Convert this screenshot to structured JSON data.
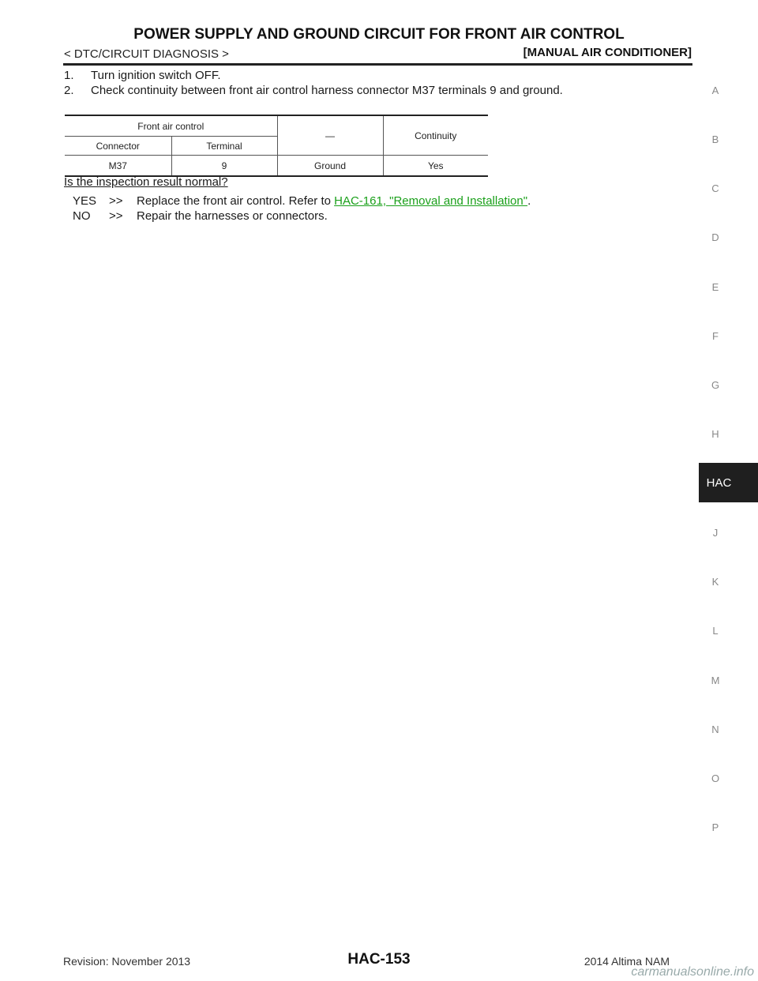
{
  "header": {
    "title": "POWER SUPPLY AND GROUND CIRCUIT FOR FRONT AIR CONTROL",
    "breadcrumb": "< DTC/CIRCUIT DIAGNOSIS >",
    "section": "[MANUAL AIR CONDITIONER]"
  },
  "steps": [
    {
      "num": "1.",
      "text": "Turn ignition switch OFF."
    },
    {
      "num": "2.",
      "text": "Check continuity between front air control harness connector M37 terminals 9 and ground."
    }
  ],
  "table": {
    "group_header": "Front air control",
    "dash_header": "—",
    "continuity_header": "Continuity",
    "connector_header": "Connector",
    "terminal_header": "Terminal",
    "row": {
      "connector": "M37",
      "terminal": "9",
      "ground": "Ground",
      "continuity": "Yes"
    }
  },
  "question": "Is the inspection result normal?",
  "answers": {
    "yes": {
      "key": "YES",
      "arrow": ">>",
      "text": "Replace the front air control. Refer to ",
      "link": "HAC-161, \"Removal and Installation\"",
      "end": "."
    },
    "no": {
      "key": "NO",
      "arrow": ">>",
      "text": "Repair the harnesses or connectors."
    }
  },
  "side_index": {
    "letters": [
      "A",
      "B",
      "C",
      "D",
      "E",
      "F",
      "G",
      "H",
      "J",
      "K",
      "L",
      "M",
      "N",
      "O",
      "P"
    ],
    "active": "HAC"
  },
  "footer": {
    "revision": "Revision: November 2013",
    "page": "HAC-153",
    "model": "2014 Altima NAM",
    "watermark": "carmanualsonline.info"
  }
}
